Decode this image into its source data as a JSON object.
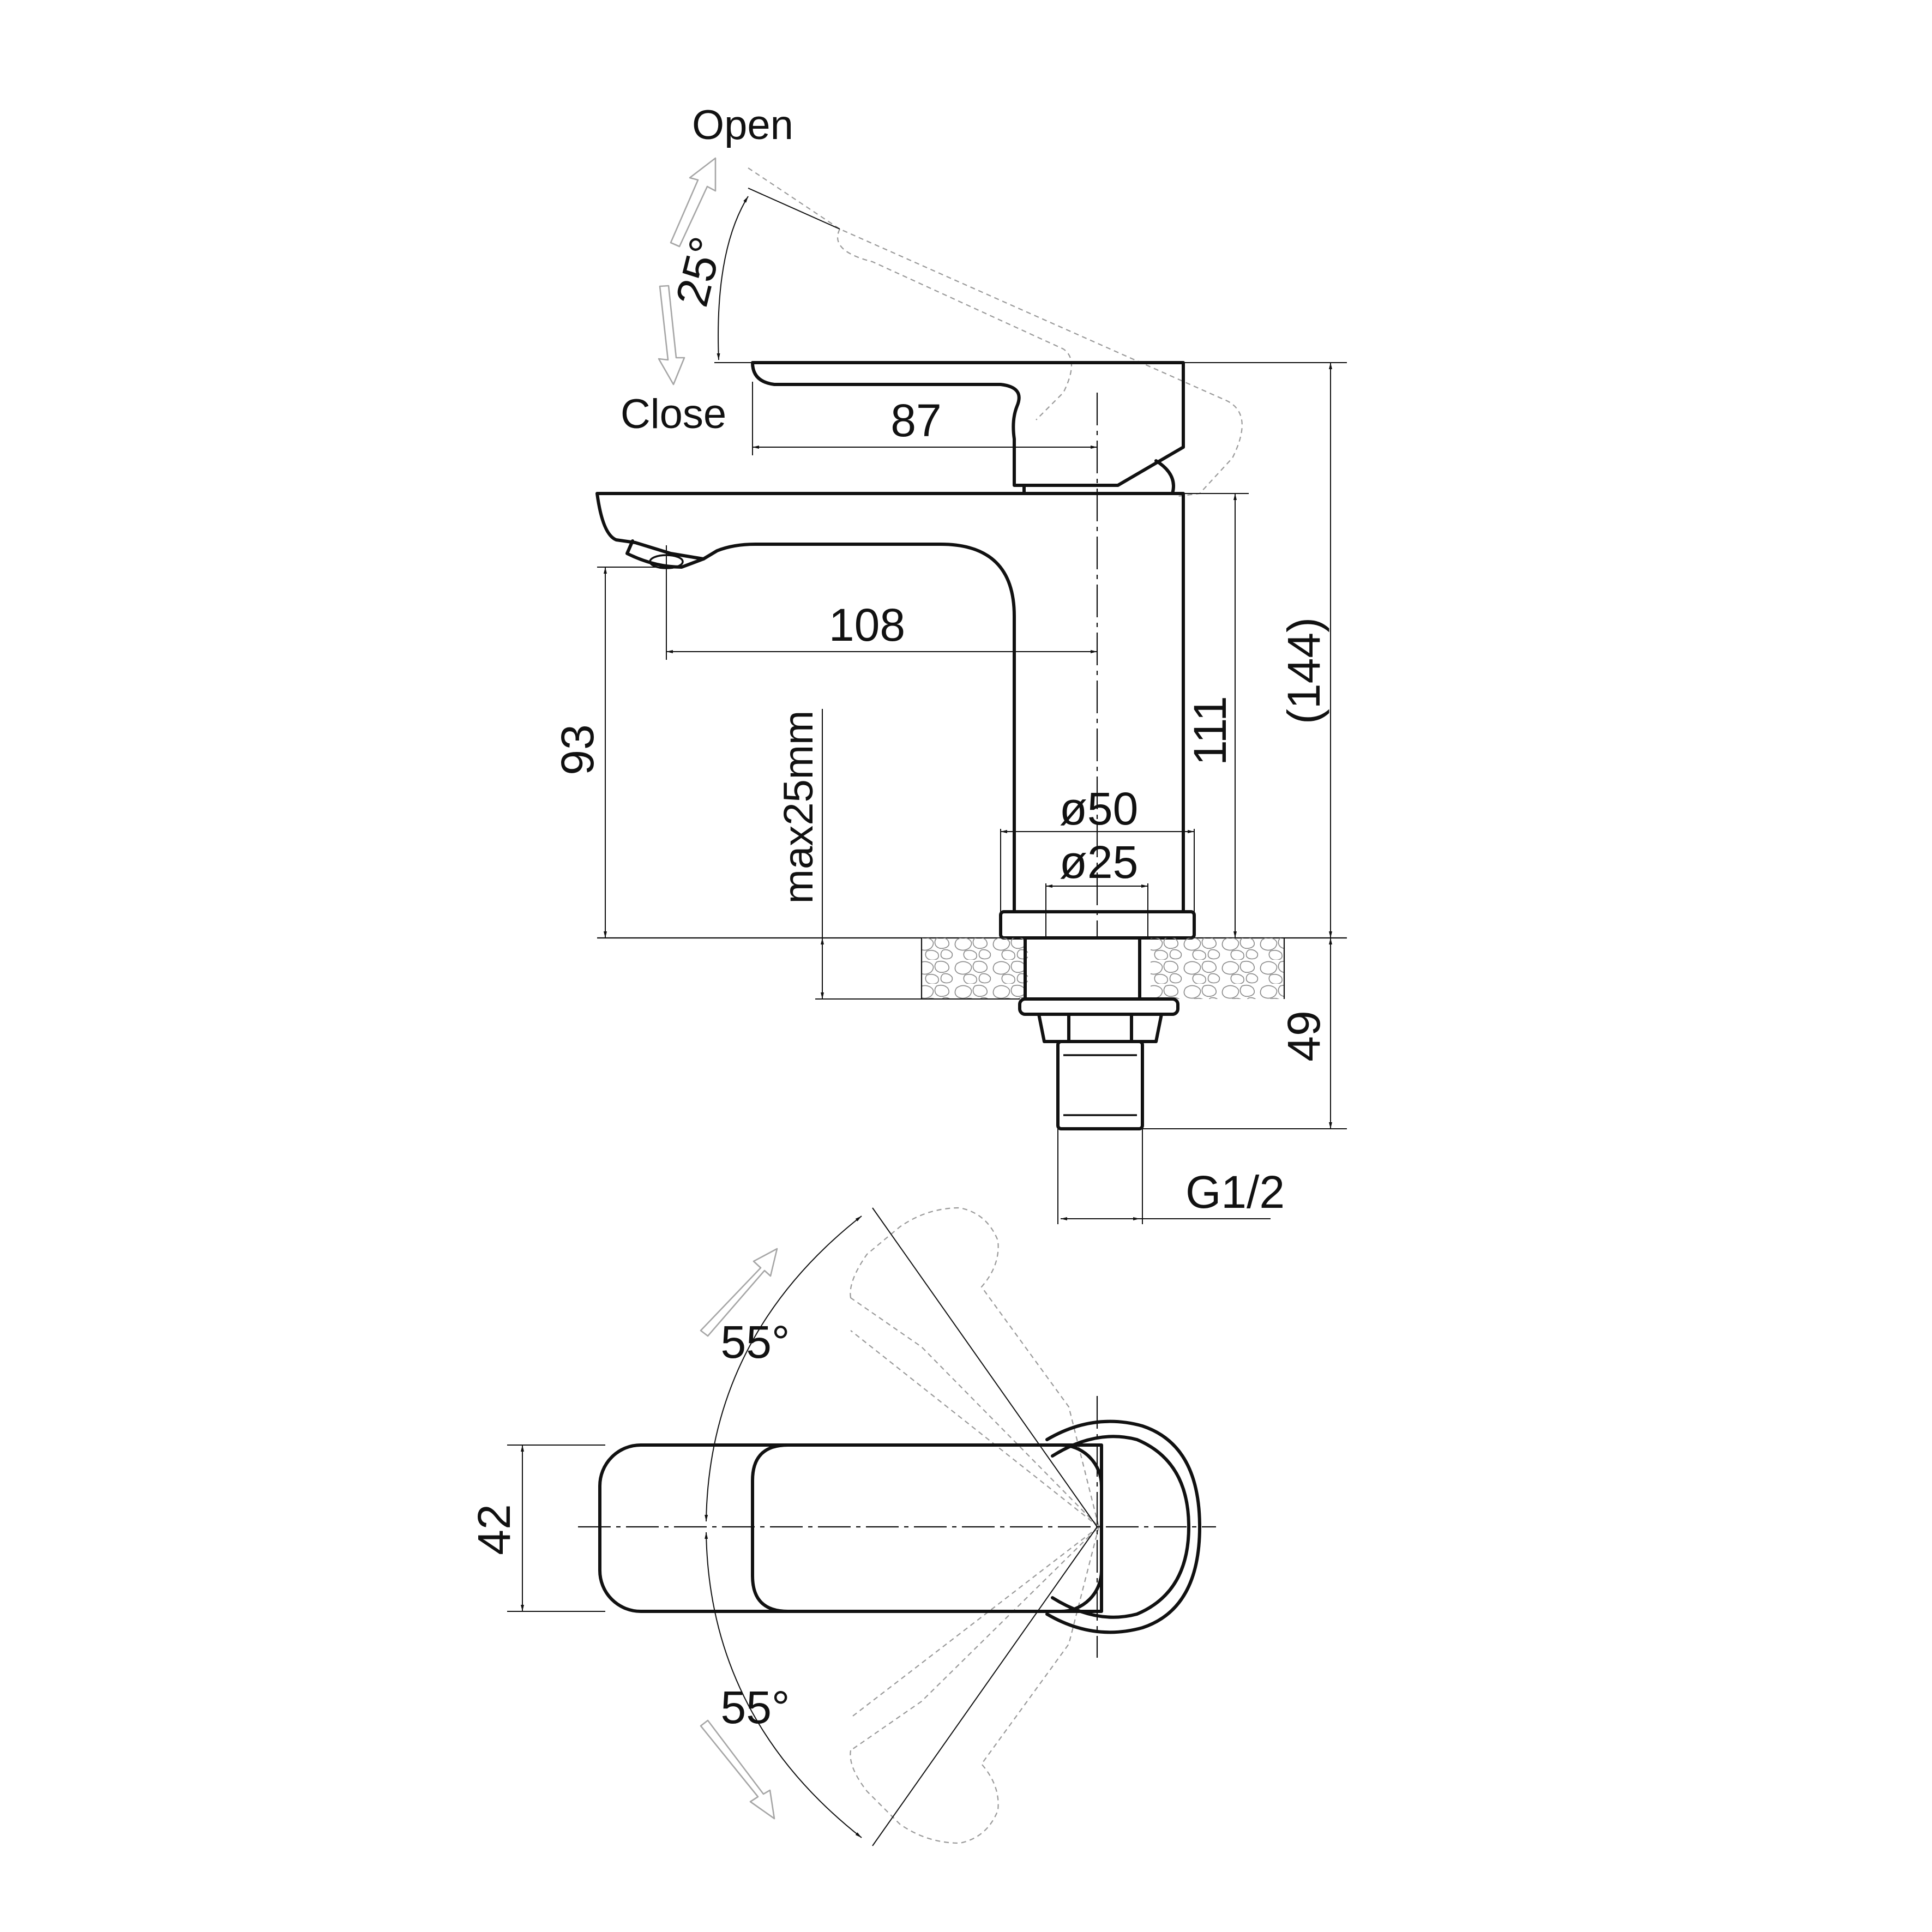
{
  "side_view": {
    "labels": {
      "open": "Open",
      "close": "Close",
      "tilt_angle": "25°",
      "thread": "G1/2",
      "max_thickness": "max25mm"
    },
    "dimensions": {
      "lever_length": "87",
      "spout_reach": "108",
      "spout_height": "93",
      "body_height": "111",
      "total_height": "(144)",
      "below_deck": "49",
      "base_diameter": "ø50",
      "shank_diameter": "ø25"
    }
  },
  "top_view": {
    "labels": {
      "rotate_angle_open": "55°",
      "rotate_angle_close": "55°"
    },
    "dimensions": {
      "lever_width": "42"
    }
  }
}
